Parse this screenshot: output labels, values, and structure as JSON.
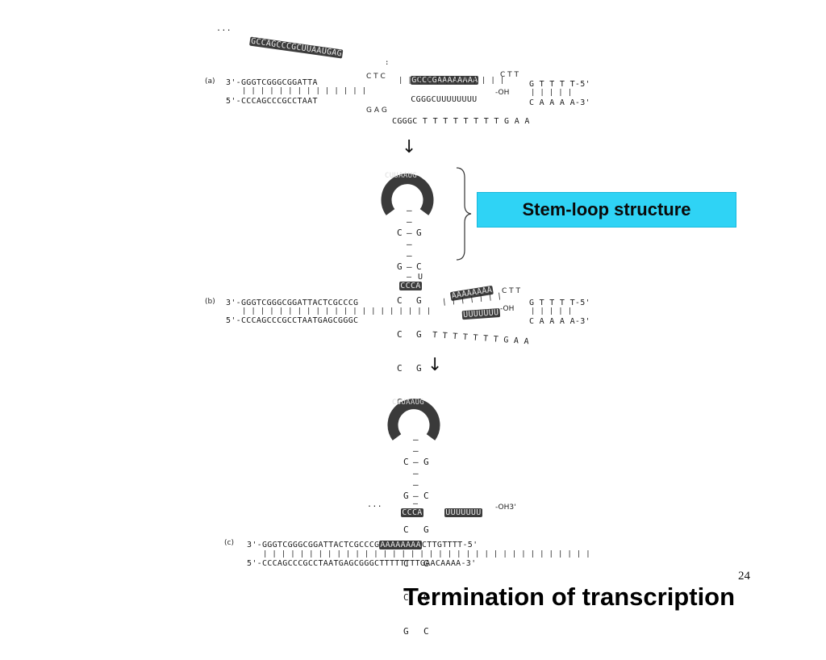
{
  "diagram": {
    "panels": [
      {
        "label": "(a)",
        "rna_5prime_tail": "GCCAGCCCGCUUAAUGAG",
        "top_strand": "3'-GGGTCGGGCGGATTA",
        "bottom_strand": "5'-CCCAGCCCGCCTAAT",
        "bubble_top_left": "C T C",
        "bubble_bottom_left": "G A G",
        "hybrid_dna": "GCCCGAAAAAAAA",
        "hybrid_rna": "CGGGCUUUUUUUU",
        "oh": "-OH",
        "bubble_top_right": "C T T",
        "bottom_coding": "CGGGC T T T T T T T T G A A",
        "right_top": "G T T T T-5'",
        "right_bottom": "C A A A A-3'"
      },
      {
        "label": "(b)",
        "loop_text": "CUUAAUG",
        "stem_left": [
          "C",
          "G",
          "C",
          "C",
          "C",
          "G"
        ],
        "stem_right": [
          "G",
          "C",
          "G",
          "G",
          "G",
          "C"
        ],
        "stem_base_left": "CCCA",
        "stem_base_right": "U",
        "top_strand": "3'-GGGTCGGGCGGATTACTCGCCCG",
        "bottom_strand": "5'-CCCAGCCCGCCTAATGAGCGGGC",
        "hybrid_dna": "AAAAAAAA",
        "hybrid_rna": "UUUUUUU",
        "oh": "-OH",
        "bubble_top_right": "C T T",
        "bottom_coding": "T T T T T T T G A A",
        "right_top": "G T T T T-5'",
        "right_bottom": "C A A A A-3'"
      },
      {
        "label": "(c)",
        "loop_text": "CUUAAUG",
        "stem_left": [
          "C",
          "G",
          "C",
          "C",
          "C",
          "G"
        ],
        "stem_right": [
          "G",
          "C",
          "G",
          "G",
          "G",
          "C"
        ],
        "stem_base_left": "CCCA",
        "rna_tail": "UUUUUUU",
        "oh3": "-OH3'",
        "top_strand_a": "3'-GGGTCGGGCGGATTACTCGCCCG",
        "top_strand_hl": "AAAAAAAA",
        "top_strand_b": "CTTGTTTT-5'",
        "bottom_strand": "5'-CCCAGCCCGCCTAATGAGCGGGCTTTTTTTTGAACAAAA-3'"
      }
    ],
    "arrows": [
      "↓",
      "↓"
    ]
  },
  "callout": {
    "text": "Stem-loop structure"
  },
  "slide": {
    "title": "Termination of transcription",
    "page_number": "24"
  },
  "colors": {
    "callout_bg": "#2fd3f5",
    "highlight": "#3c3c3c"
  }
}
